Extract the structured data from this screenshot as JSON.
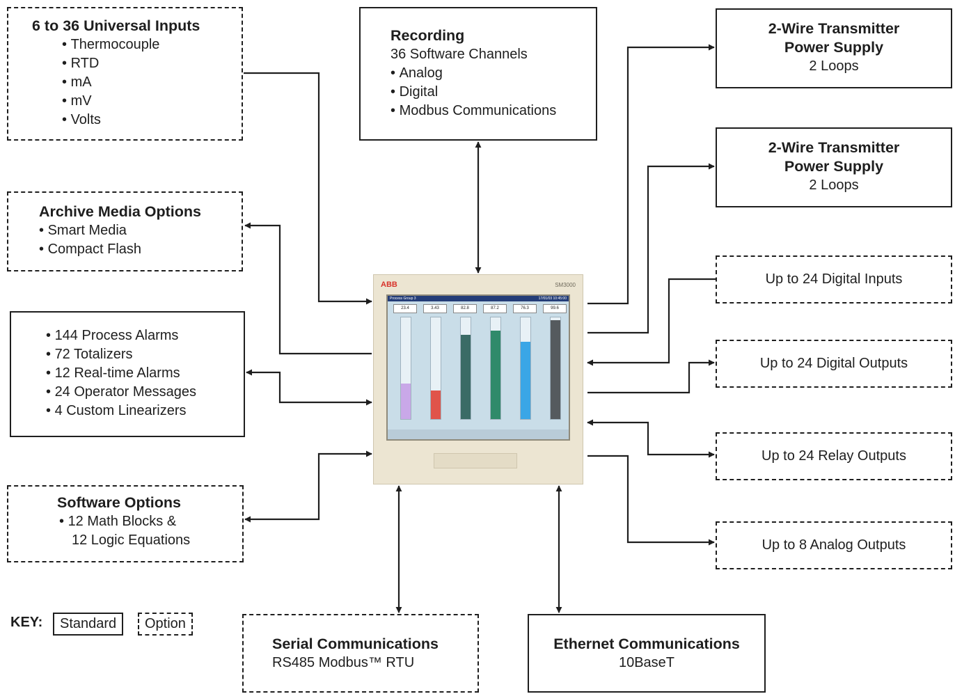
{
  "universal_inputs": {
    "title": "6 to 36 Universal Inputs",
    "items": [
      "Thermocouple",
      "RTD",
      "mA",
      "mV",
      "Volts"
    ]
  },
  "archive_media": {
    "title": "Archive Media Options",
    "items": [
      "Smart Media",
      "Compact Flash"
    ]
  },
  "standard_features": {
    "items": [
      "144 Process Alarms",
      "72 Totalizers",
      "12 Real-time Alarms",
      "24 Operator Messages",
      "4 Custom Linearizers"
    ]
  },
  "software_options": {
    "title": "Software Options",
    "line1": "12 Math Blocks &",
    "line2": "12 Logic Equations"
  },
  "recording": {
    "title": "Recording",
    "subtitle": "36 Software Channels",
    "items": [
      "Analog",
      "Digital",
      "Modbus Communications"
    ]
  },
  "transmitter_1": {
    "title_line1": "2-Wire Transmitter",
    "title_line2": "Power Supply",
    "detail": "2 Loops"
  },
  "transmitter_2": {
    "title_line1": "2-Wire Transmitter",
    "title_line2": "Power Supply",
    "detail": "2 Loops"
  },
  "digital_inputs": {
    "label": "Up to 24 Digital Inputs"
  },
  "digital_outputs": {
    "label": "Up to 24 Digital Outputs"
  },
  "relay_outputs": {
    "label": "Up to 24 Relay Outputs"
  },
  "analog_outputs": {
    "label": "Up to 8 Analog Outputs"
  },
  "serial_comms": {
    "title": "Serial Communications",
    "detail": "RS485 Modbus™ RTU"
  },
  "ethernet_comms": {
    "title": "Ethernet Communications",
    "detail": "10BaseT"
  },
  "key": {
    "label": "KEY:",
    "standard": "Standard",
    "option": "Option"
  },
  "device": {
    "brand": "ABB",
    "model": "SM3000",
    "group_label": "Process Group 3",
    "datetime": "17/01/03  10:45:00",
    "channels": [
      {
        "value": "23.4",
        "level": 0.35,
        "color": "#c9a8e8"
      },
      {
        "value": "3.43",
        "level": 0.28,
        "color": "#e0544a"
      },
      {
        "value": "82.8",
        "level": 0.83,
        "color": "#3a6b66"
      },
      {
        "value": "87.2",
        "level": 0.87,
        "color": "#2f8a6a"
      },
      {
        "value": "76.3",
        "level": 0.76,
        "color": "#3aa6e6"
      },
      {
        "value": "99.6",
        "level": 0.97,
        "color": "#555a5e"
      }
    ]
  }
}
